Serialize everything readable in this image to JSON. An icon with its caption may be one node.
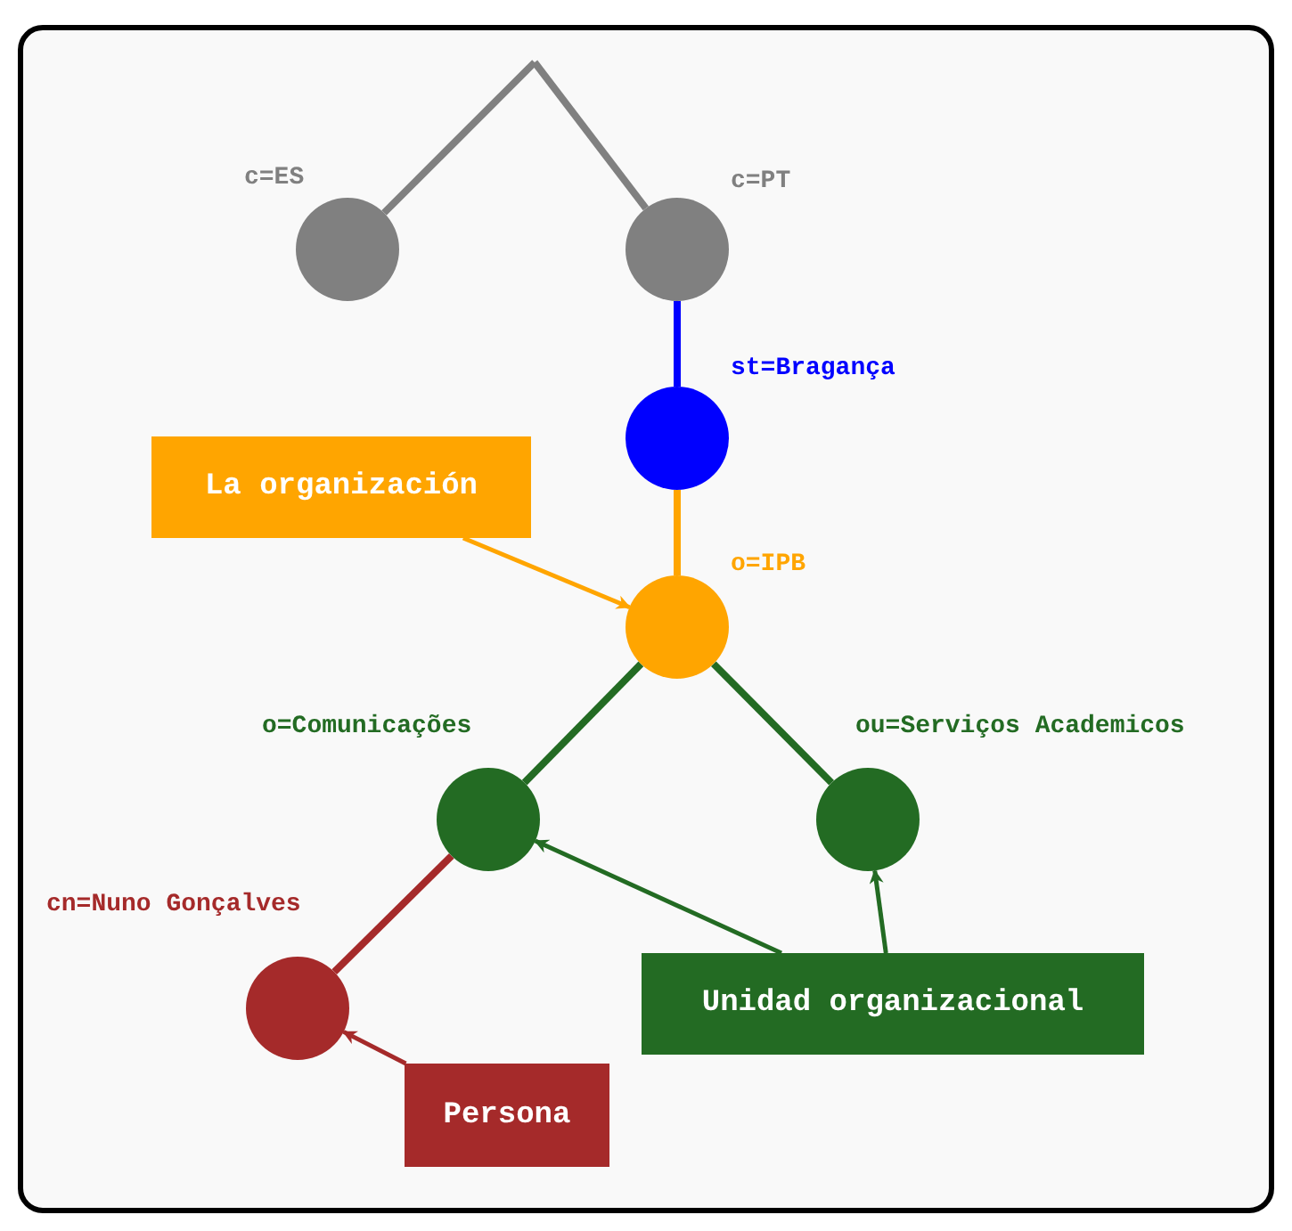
{
  "diagram": {
    "nodes": [
      {
        "text": [],
        "shape": "circle",
        "beside": [
          "c=ES"
        ]
      },
      {
        "text": [],
        "shape": "circle",
        "beside": [
          "c=PT"
        ]
      },
      {
        "text": [],
        "shape": "circle",
        "beside": [
          "st=Bragança"
        ]
      },
      {
        "text": [
          "La organización"
        ]
      },
      {
        "text": [],
        "shape": "circle",
        "beside": [
          "o=IPB"
        ]
      },
      {
        "text": [],
        "shape": "circle",
        "beside": [
          "o=Comunicações"
        ]
      },
      {
        "text": [],
        "shape": "circle",
        "beside": [
          "ou=Serviços Academicos"
        ]
      },
      {
        "text": [],
        "shape": "circle",
        "beside": [
          "cn=Nuno Gonçalves"
        ]
      },
      {
        "text": [
          "Unidad organizacional"
        ]
      },
      {
        "text": [
          "Persona"
        ]
      }
    ],
    "edges": [
      {
        "from": null,
        "to": 0,
        "arrow": "none",
        "color": "#808080"
      },
      {
        "from": null,
        "to": 1,
        "arrow": "none",
        "color": "#808080"
      },
      {
        "from": 1,
        "to": 2,
        "arrow": "none",
        "color": "#0000ff"
      },
      {
        "from": 2,
        "to": 4,
        "arrow": "none",
        "color": "#ffa500"
      },
      {
        "from": 3,
        "to": 4,
        "arrow": "to",
        "color": "#ffa500"
      },
      {
        "from": 4,
        "to": 5,
        "arrow": "none"
      },
      {
        "from": 4,
        "to": 6,
        "arrow": "none"
      },
      {
        "from": 5,
        "to": 7,
        "arrow": "none",
        "color": "#a52a2a"
      },
      {
        "from": 8,
        "to": 5,
        "arrow": "to"
      },
      {
        "from": 8,
        "to": 6,
        "arrow": "to"
      },
      {
        "from": 9,
        "to": 7,
        "arrow": "to",
        "color": "#a52a2a"
      }
    ]
  }
}
